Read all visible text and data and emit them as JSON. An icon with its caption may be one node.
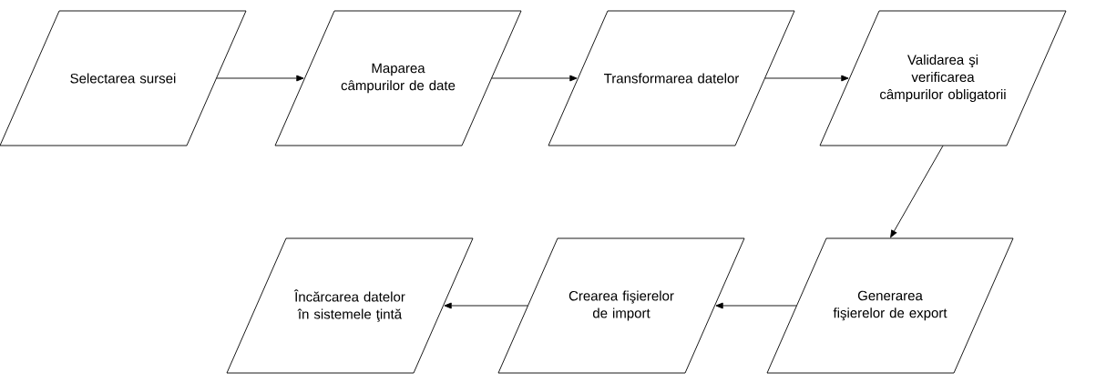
{
  "diagram": {
    "nodes": [
      {
        "text": [
          "Selectarea sursei"
        ]
      },
      {
        "text": [
          "Maparea câmpurilor de date"
        ]
      },
      {
        "text": [
          "Transformarea datelor"
        ]
      },
      {
        "text": [
          "Validarea şi verificarea câmpurilor obligatorii"
        ]
      },
      {
        "text": [
          "Încărcarea datelor în sistemele ţintă"
        ]
      },
      {
        "text": [
          "Crearea fişierelor de import"
        ]
      },
      {
        "text": [
          "Generarea fişierelor de export"
        ]
      }
    ],
    "edges": [
      {
        "from": 0,
        "to": 1,
        "arrow": "to"
      },
      {
        "from": 1,
        "to": 2,
        "arrow": "to"
      },
      {
        "from": 2,
        "to": 3,
        "arrow": "to"
      },
      {
        "from": 3,
        "to": 6,
        "arrow": "to"
      },
      {
        "from": 6,
        "to": 5,
        "arrow": "to"
      },
      {
        "from": 5,
        "to": 4,
        "arrow": "to"
      }
    ]
  }
}
